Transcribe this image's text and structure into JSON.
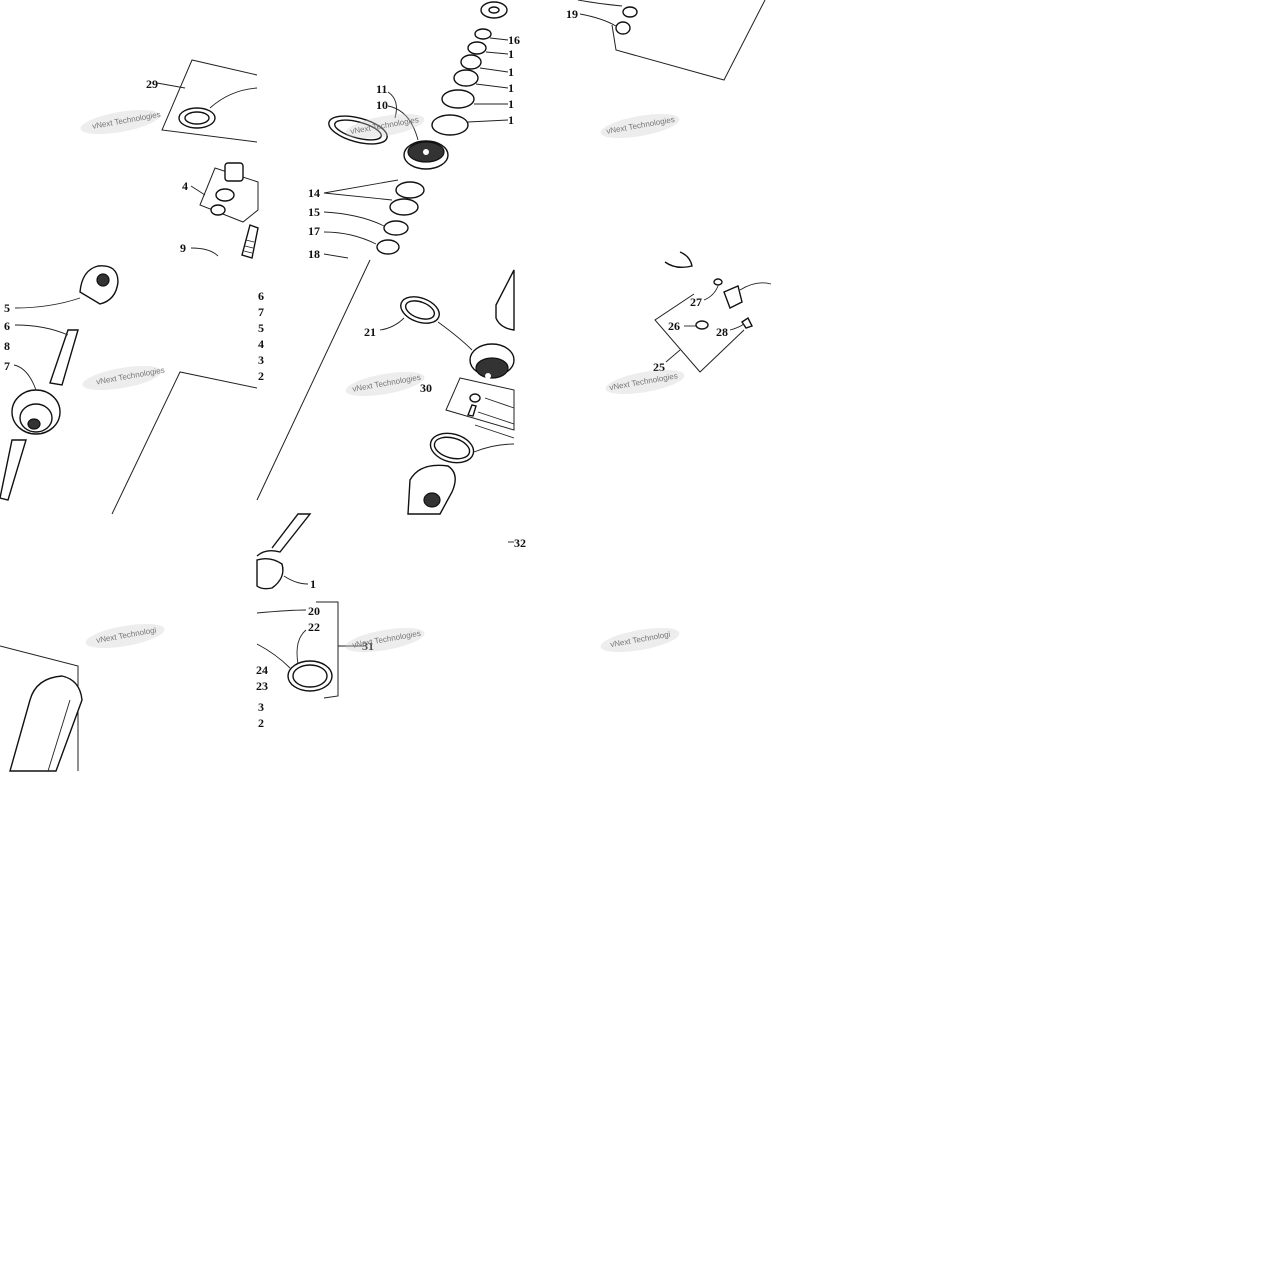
{
  "watermark": {
    "text": "vNext Technologies",
    "text_cut": "vNext Technologi"
  },
  "callouts": {
    "c1": "1",
    "c2": "2",
    "c3": "3",
    "c4": "4",
    "c5": "5",
    "c6": "6",
    "c7": "7",
    "c8": "8",
    "c9": "9",
    "c10": "10",
    "c11": "11",
    "c14": "14",
    "c15": "15",
    "c17": "17",
    "c18": "18",
    "c19": "19",
    "c20": "20",
    "c21": "21",
    "c22": "22",
    "c23": "23",
    "c24": "24",
    "c25": "25",
    "c26": "26",
    "c27": "27",
    "c28": "28",
    "c29": "29",
    "c30": "30",
    "c31": "31",
    "c32": "32",
    "p1": "1",
    "p16": "16"
  },
  "colors": {
    "ink": "#111111",
    "watermark": "#777777",
    "background": "#ffffff"
  }
}
